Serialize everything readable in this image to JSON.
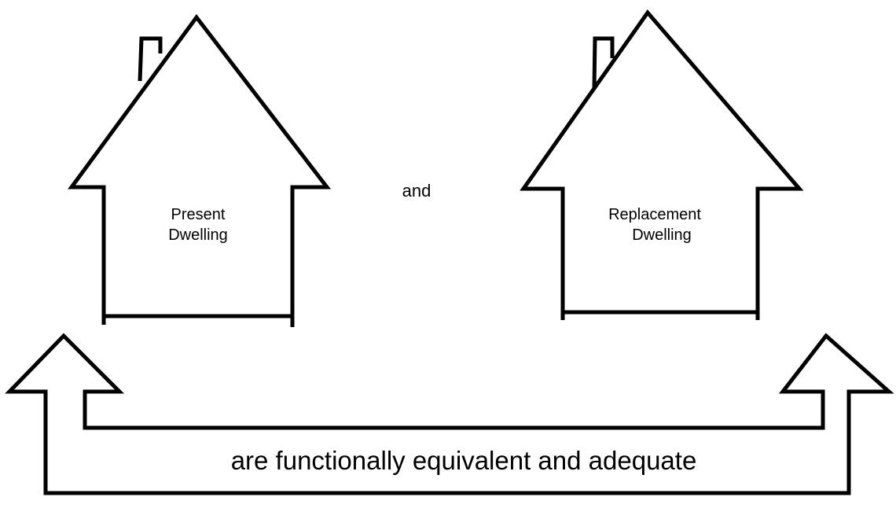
{
  "houses": [
    {
      "label_line1": "Present",
      "label_line2": "Dwelling"
    },
    {
      "label_line1": "Replacement",
      "label_line2": "Dwelling"
    }
  ],
  "connector_text": "and",
  "arrow_text": "are functionally equivalent and adequate",
  "colors": {
    "stroke": "#000000",
    "background": "#ffffff"
  }
}
